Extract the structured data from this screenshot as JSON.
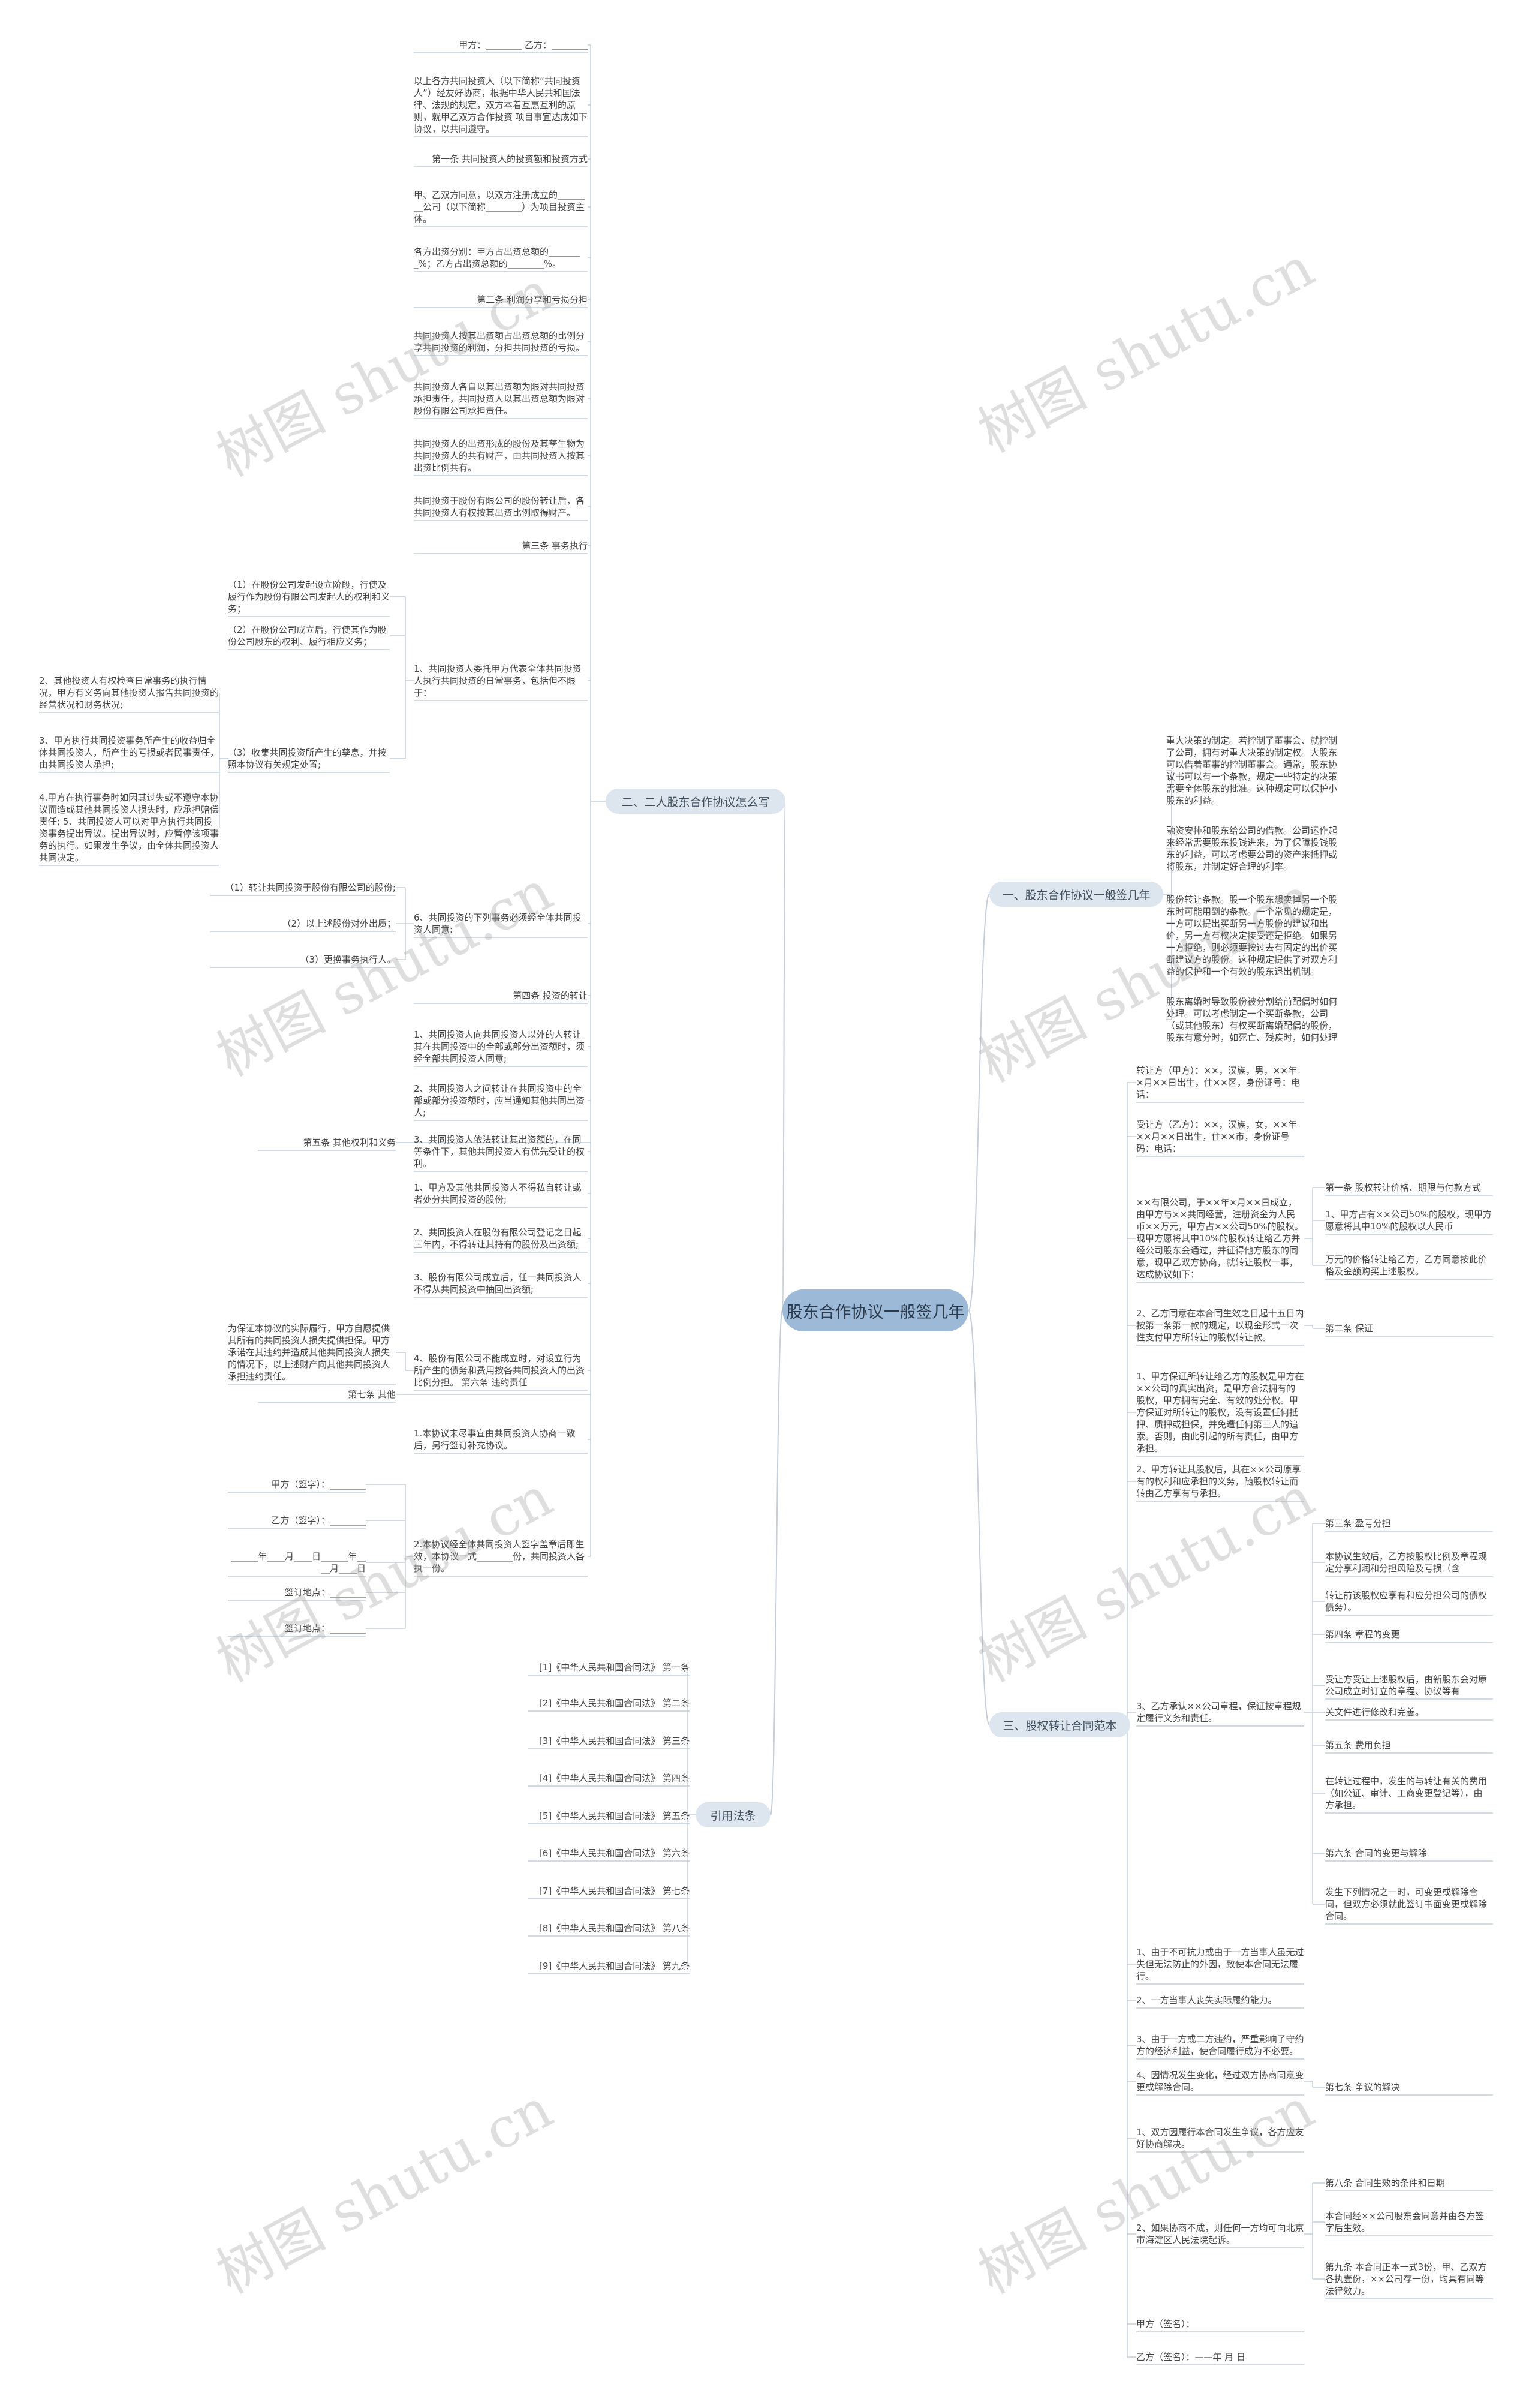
{
  "center": "股东合作协议一般签几年",
  "branches": {
    "b1": "一、股东合作协议一般签几年",
    "b2": "二、二人股东合作协议怎么写",
    "b3": "三、股权转让合同范本",
    "b4": "引用法条"
  },
  "watermark": "树图 shutu.cn",
  "left": [
    "甲方：________ 乙方：________",
    "以上各方共同投资人（以下简称“共同投资人”）经友好协商，根据中华人民共和国法律、法规的规定，双方本着互惠互利的原则，就甲乙双方合作投资 项目事宜达成如下协议，以共同遵守。",
    "第一条 共同投资人的投资额和投资方式",
    "甲、乙双方同意，以双方注册成立的________公司（以下简称________）为项目投资主体。",
    "各方出资分别：甲方占出资总额的________%；乙方占出资总额的________%。",
    "第二条 利润分享和亏损分担",
    "共同投资人按其出资额占出资总额的比例分享共同投资的利润，分担共同投资的亏损。",
    "共同投资人各自以其出资额为限对共同投资承担责任，共同投资人以其出资总额为限对股份有限公司承担责任。",
    "共同投资人的出资形成的股份及其孳生物为共同投资人的共有财产，由共同投资人按其出资比例共有。",
    "共同投资于股份有限公司的股份转让后，各共同投资人有权按其出资比例取得财产。",
    "第三条 事务执行",
    "1、共同投资人委托甲方代表全体共同投资人执行共同投资的日常事务，包括但不限于：",
    "（1）在股份公司发起设立阶段，行使及履行作为股份有限公司发起人的权利和义务；",
    "（2）在股份公司成立后，行使其作为股份公司股东的权利、履行相应义务；",
    "（3）收集共同投资所产生的孳息，并按照本协议有关规定处置;",
    "2、其他投资人有权检查日常事务的执行情况，甲方有义务向其他投资人报告共同投资的经营状况和财务状况;",
    "3、甲方执行共同投资事务所产生的收益归全体共同投资人，所产生的亏损或者民事责任，由共同投资人承担;",
    "4.甲方在执行事务时如因其过失或不遵守本协议而造成其他共同投资人损失时，应承担赔偿责任; 5、共同投资人可以对甲方执行共同投资事务提出异议。提出异议时，应暂停该项事务的执行。如果发生争议，由全体共同投资人共同决定。",
    "6、共同投资的下列事务必须经全体共同投资人同意:",
    "（1）转让共同投资于股份有限公司的股份;",
    "（2）以上述股份对外出质；",
    "（3）更换事务执行人。",
    "第四条 投资的转让",
    "1、共同投资人向共同投资人以外的人转让其在共同投资中的全部或部分出资额时，须经全部共同投资人同意;",
    "2、共同投资人之间转让在共同投资中的全部或部分投资额时，应当通知其他共同出资人;",
    "3、共同投资人依法转让其出资额的，在同等条件下，其他共同投资人有优先受让的权利。",
    "第五条 其他权利和义务",
    "1、甲方及其他共同投资人不得私自转让或者处分共同投资的股份;",
    "2、共同投资人在股份有限公司登记之日起三年内，不得转让其持有的股份及出资额;",
    "3、股份有限公司成立后，任一共同投资人不得从共同投资中抽回出资额;",
    "4、股份有限公司不能成立时，对设立行为所产生的债务和费用按各共同投资人的出资比例分担。 第六条 违约责任",
    "为保证本协议的实际履行，甲方自愿提供其所有的共同投资人损失提供担保。甲方承诺在其违约并造成其他共同投资人损失的情况下，以上述财产向其他共同投资人承担违约责任。",
    "第七条 其他",
    "1.本协议未尽事宜由共同投资人协商一致后，另行签订补充协议。",
    "2.本协议经全体共同投资人签字盖章后即生效，本协议一式________份，共同投资人各执一份。",
    "甲方（签字）：________",
    "乙方（签字）：________",
    "______年____月____日______年____月____日",
    "签订地点：________",
    "签订地点：________"
  ],
  "laws": [
    "[1]《中华人民共和国合同法》 第一条",
    "[2]《中华人民共和国合同法》 第二条",
    "[3]《中华人民共和国合同法》 第三条",
    "[4]《中华人民共和国合同法》 第四条",
    "[5]《中华人民共和国合同法》 第五条",
    "[6]《中华人民共和国合同法》 第六条",
    "[7]《中华人民共和国合同法》 第七条",
    "[8]《中华人民共和国合同法》 第八条",
    "[9]《中华人民共和国合同法》 第九条"
  ],
  "right1": [
    "重大决策的制定。若控制了董事会、就控制了公司，拥有对重大决策的制定权。大股东可以借着董事的控制董事会。通常，股东协议书可以有一个条款，规定一些特定的决策需要全体股东的批准。这种规定可以保护小股东的利益。",
    "融资安排和股东给公司的借款。公司运作起来经常需要股东投钱进来，为了保障投钱股东的利益，可以考虑要公司的资产来抵押或将股东，并制定好合理的利率。",
    "股份转让条款。股一个股东想卖掉另一个股东时可能用到的条款。一个常见的规定是，一方可以提出买断另一方股份的建议和出价，另一方有权决定接受还是拒绝。如果另一方拒绝，则必须要按过去有固定的出价买断建议方的股份。这种规定提供了对双方利益的保护和一个有效的股东退出机制。",
    "股东离婚时导致股份被分割给前配偶时如何处理。可以考虑制定一个买断条款，公司（或其他股东）有权买断离婚配偶的股份，股东有意分时，如死亡、残疾时，如何处理"
  ],
  "right3": [
    "转让方（甲方）：××，汉族，男，××年×月××日出生，住××区，身份证号：电话：",
    "受让方（乙方）：××，汉族，女，××年××月××日出生，住××市，身份证号码：电话：",
    "××有限公司，于××年×月××日成立，由甲方与××共同经营，注册资金为人民币××万元，甲方占××公司50%的股权。现甲方愿将其中10%的股权转让给乙方并经公司股东会通过，并征得他方股东的同意，现甲乙双方协商，就转让股权一事，达成协议如下：",
    "第一条 股权转让价格、期限与付款方式",
    "1、甲方占有××公司50%的股权，现甲方愿意将其中10%的股权以人民币",
    "万元的价格转让给乙方，乙方同意按此价格及金额购买上述股权。",
    "2、乙方同意在本合同生效之日起十五日内按第一条第一款的规定，以现金形式一次性支付甲方所转让的股权转让款。",
    "第二条 保证",
    "1、甲方保证所转让给乙方的股权是甲方在××公司的真实出资，是甲方合法拥有的股权，甲方拥有完全、有效的处分权。甲方保证对所转让的股权，没有设置任何抵押、质押或担保，并免遭任何第三人的追索。否则，由此引起的所有责任，由甲方承担。",
    "2、甲方转让其股权后，其在××公司原享有的权利和应承担的义务，随股权转让而转由乙方享有与承担。",
    "第三条 盈亏分担",
    "本协议生效后，乙方按股权比例及章程规定分享利润和分担风险及亏损（含",
    "转让前该股权应享有和应分担公司的债权债务）。",
    "第四条 章程的变更",
    "3、乙方承认××公司章程，保证按章程规定履行义务和责任。",
    "受让方受让上述股权后，由新股东会对原公司成立时订立的章程、协议等有",
    "关文件进行修改和完善。",
    "第五条 费用负担",
    "在转让过程中，发生的与转让有关的费用（如公证、审计、工商变更登记等），由 方承担。",
    "第六条 合同的变更与解除",
    "发生下列情况之一时，可变更或解除合同，但双方必须就此签订书面变更或解除合同。",
    "1、由于不可抗力或由于一方当事人虽无过失但无法防止的外因，致使本合同无法履行。",
    "2、一方当事人丧失实际履约能力。",
    "3、由于一方或二方违约，严重影响了守约方的经济利益，使合同履行成为不必要。",
    "4、因情况发生变化，经过双方协商同意变更或解除合同。",
    "第七条 争议的解决",
    "1、双方因履行本合同发生争议，各方应友好协商解决。",
    "2、如果协商不成，则任何一方均可向北京市海淀区人民法院起诉。",
    "第八条 合同生效的条件和日期",
    "本合同经××公司股东会同意并由各方签字后生效。",
    "第九条 本合同正本一式3份，甲、乙双方各执壹份，××公司存一份，均具有同等法律效力。",
    "甲方（签名）：",
    "乙方（签名）：——年 月 日"
  ]
}
